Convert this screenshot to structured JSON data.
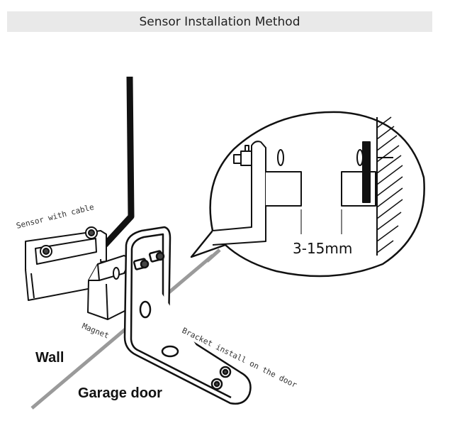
{
  "header": {
    "title": "Sensor Installation Method"
  },
  "labels": {
    "sensor": "Sensor with cable",
    "magnet": "Magnet",
    "bracket": "Bracket install on the door",
    "wall": "Wall",
    "garage_door": "Garage door",
    "gap": "3-15mm"
  }
}
